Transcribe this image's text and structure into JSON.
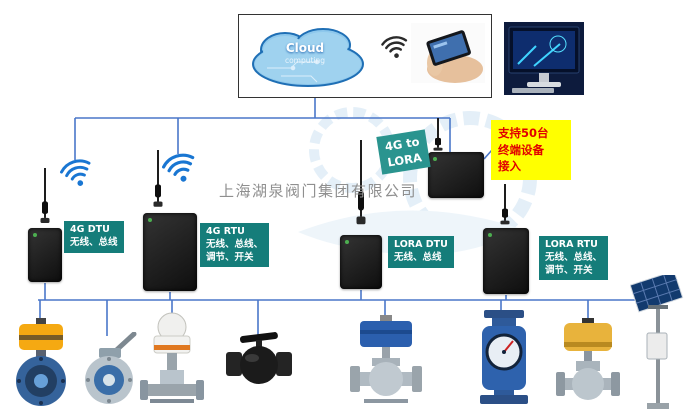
{
  "colors": {
    "line": "#4a77c9",
    "teal": "#157d7a",
    "teal2": "#2a948f",
    "note_bg": "#ffff00",
    "note_text": "#e00000",
    "wifi_blue": "#1976d2",
    "watermark_text": "#8f8f8f"
  },
  "watermark": {
    "company": "上海湖泉阀门集团有限公司"
  },
  "cloud_panel": {
    "cloud_title": "Cloud",
    "cloud_subtitle": "computing"
  },
  "nodes": {
    "converter_label": "4G to\nLORA",
    "capacity_note": "支持50台\n终端设备\n接入",
    "dtu_4g": "4G DTU\n无线、总线",
    "rtu_4g": "4G RTU\n无线、总线、\n调节、开关",
    "dtu_lora": "LORA DTU\n无线、总线",
    "rtu_lora": "LORA RTU\n无线、总线、\n调节、开关"
  },
  "icons": {
    "cloud": "cloud-computing-icon",
    "signal": "signal-icon",
    "wifi": "wifi-icon",
    "antenna": "antenna-icon",
    "phone": "mobile-phone-image",
    "monitor": "computer-monitor-image"
  }
}
